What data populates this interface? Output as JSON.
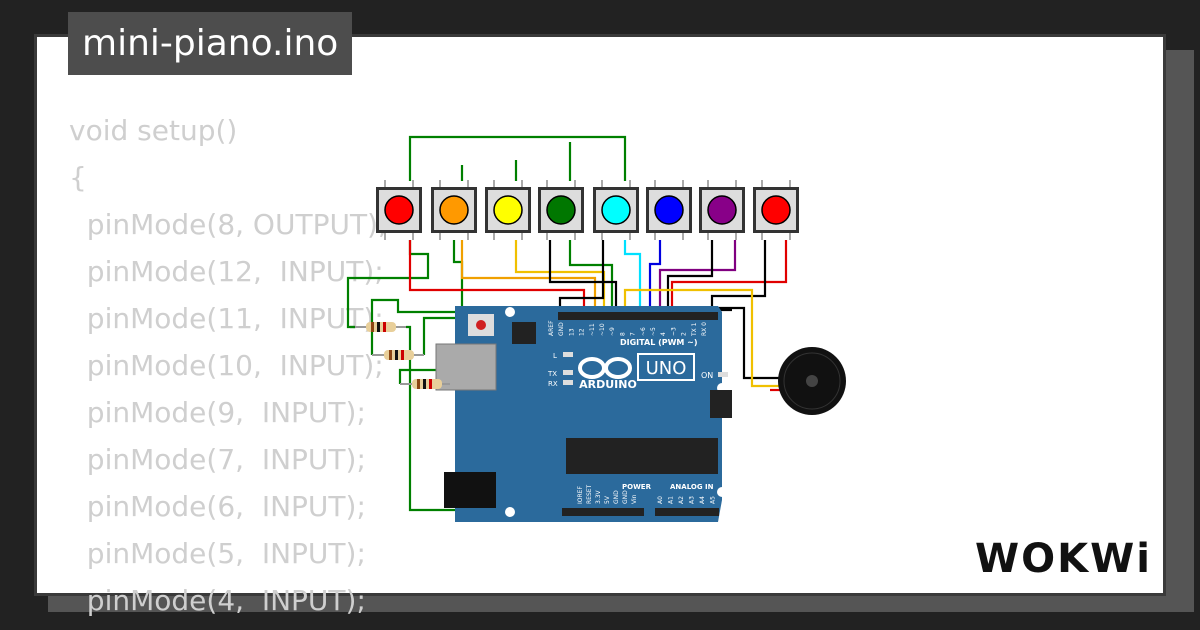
{
  "title": "mini-piano.ino",
  "code_lines": [
    "void setup()",
    "{",
    "  pinMode(8, OUTPUT);",
    "  pinMode(12,  INPUT);",
    "  pinMode(11,  INPUT);",
    "  pinMode(10,  INPUT);",
    "  pinMode(9,  INPUT);",
    "  pinMode(7,  INPUT);",
    "  pinMode(6,  INPUT);",
    "  pinMode(5,  INPUT);",
    "  pinMode(4,  INPUT);"
  ],
  "board": {
    "model": "UNO",
    "brand": "ARDUINO",
    "digital_label": "DIGITAL (PWM ~)",
    "power_label": "POWER",
    "analog_label": "ANALOG IN",
    "on_label": "ON",
    "l_label": "L",
    "tx_label": "TX",
    "rx_label": "RX",
    "digital_pins": [
      "AREF",
      "GND",
      "13",
      "12",
      "~11",
      "~10",
      "~9",
      "8",
      "7",
      "~6",
      "~5",
      "4",
      "~3",
      "2",
      "TX 1",
      "RX 0"
    ],
    "power_pins": [
      "IOREF",
      "RESET",
      "3.3V",
      "5V",
      "GND",
      "GND",
      "Vin"
    ],
    "analog_pins": [
      "A0",
      "A1",
      "A2",
      "A3",
      "A4",
      "A5"
    ]
  },
  "buttons": [
    {
      "color": "#ff0000"
    },
    {
      "color": "#ff9900"
    },
    {
      "color": "#ffff00"
    },
    {
      "color": "#007700"
    },
    {
      "color": "#00ffff"
    },
    {
      "color": "#0000ff"
    },
    {
      "color": "#880088"
    },
    {
      "color": "#ff0000"
    }
  ],
  "colors": {
    "board": "#2b6a9c",
    "wire_green": "#008000",
    "wire_red": "#e00000",
    "wire_yellow": "#f0c000",
    "wire_orange": "#f0a000",
    "wire_black": "#000000",
    "wire_cyan": "#00e0ff",
    "wire_blue": "#0000e0",
    "wire_purple": "#800080"
  },
  "logo": "WOKWi"
}
